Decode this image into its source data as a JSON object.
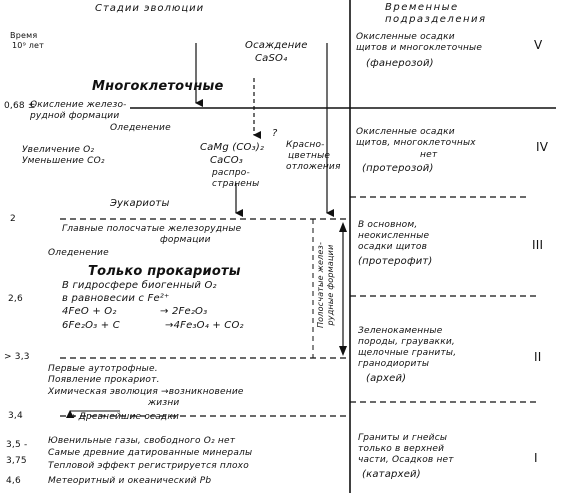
{
  "headers": {
    "stages": "Стадии эволюции",
    "time_l1": "Время",
    "time_l2": "10⁹ лет",
    "divisions_l1": "Временные",
    "divisions_l2": "подразделения"
  },
  "time_marks": [
    "0,68 ±",
    "2",
    "2,6",
    "> 3,3",
    "3,4",
    "3,5 -",
    "3,75",
    "4,6"
  ],
  "events": {
    "caso4_l1": "Осаждение",
    "caso4_l2": "CaSO₄",
    "multicellular": "Многоклеточные",
    "oxidation_l1": "Окисление железо-",
    "oxidation_l2": "рудной формации",
    "glaciation1": "Оледенение",
    "o2_increase": "Увеличение O₂",
    "co2_decrease": "Уменьшение CO₂",
    "camg_l1": "CaMg (CO₃)₂",
    "camg_l2": "CaCO₃",
    "camg_l3": "распро-",
    "camg_l4": "странены",
    "question": "?",
    "red_l1": "Красно-",
    "red_l2": "цветные",
    "red_l3": "отложения",
    "eukaryotes": "Эукариоты",
    "bif_l1": "Главные полосчатые железорудные",
    "bif_l2": "формации",
    "glaciation2": "Оледенение",
    "only_prok": "Только прокариоты",
    "hydro_l1": "В гидросфере биогенный O₂",
    "hydro_l2": "в равновесии с Fe²⁺",
    "eq1_l": "4FeO + O₂",
    "eq1_r": "→ 2Fe₂O₃",
    "eq2_l": "6Fe₂O₃ + C",
    "eq2_r": "→4Fe₃O₄ + CO₂",
    "vertical_label_l1": "Полосчатые желез-",
    "vertical_label_l2": "рудные формации",
    "first_autotrophs": "Первые аутотрофные.",
    "prok_appear": "Появление прокариот.",
    "chem_evo_l1": "Химическая эволюция →возникновение",
    "chem_evo_l2": "жизни",
    "ancient_sed": "→ Древнейшие осадки",
    "juvenile": "Ювенильные газы, свободного O₂ нет",
    "oldest_minerals": "Самые древние датированные минералы",
    "thermal": "Тепловой эффект регистрируется плохо",
    "meteoritic": "Метеоритный и океанический Pb"
  },
  "divisions": [
    {
      "text_l1": "Окисленные осадки",
      "text_l2": "щитов и многоклеточные",
      "name": "(фанерозой)",
      "roman": "V"
    },
    {
      "text_l1": "Окисленные осадки",
      "text_l2": "щитов, многоклеточных",
      "text_l3": "нет",
      "name": "(протерозой)",
      "roman": "IV"
    },
    {
      "text_l1": "В основном,",
      "text_l2": "неокисленные",
      "text_l3": "осадки щитов",
      "name": "(протерофит)",
      "roman": "III"
    },
    {
      "text_l1": "Зеленокаменные",
      "text_l2": "породы, граувакки,",
      "text_l3": "щелочные граниты,",
      "text_l4": "гранодиориты",
      "name": "(архей)",
      "roman": "II"
    },
    {
      "text_l1": "Граниты и гнейсы",
      "text_l2": "только в верхней",
      "text_l3": "части, Осадков нет",
      "name": "(катархей)",
      "roman": "I"
    }
  ]
}
